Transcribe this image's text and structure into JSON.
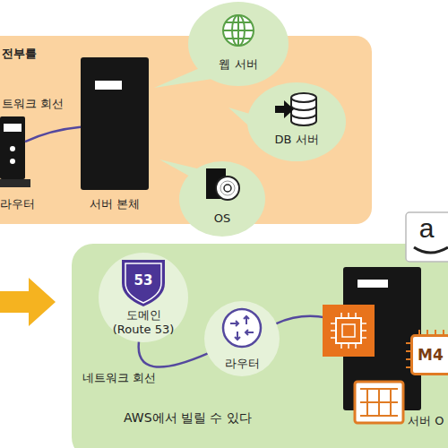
{
  "diagram": {
    "nodes": [
      {
        "text": [
          "전부를"
        ]
      },
      {
        "text": [
          "라우터"
        ],
        "in": 0
      },
      {
        "text": [
          "서버 본체"
        ],
        "in": 0
      },
      {
        "text": [
          "웹 서버"
        ]
      },
      {
        "text": [
          "DB 서버"
        ]
      },
      {
        "text": [
          "OS"
        ]
      },
      {
        "text": [
          "AWS에서 빌릴 수 있다"
        ]
      },
      {
        "text": [
          "도메인 (Route 53)"
        ],
        "in": 6
      },
      {
        "text": [
          "라우터"
        ],
        "in": 6
      },
      {
        "text": [
          "서버 O"
        ],
        "in": 6
      },
      {
        "text": [
          "M4"
        ],
        "in": 6
      }
    ],
    "edges": [
      {
        "from": 1,
        "to": 2,
        "label": "트워크 회선",
        "arrow": "none"
      },
      {
        "from": 7,
        "to": 8,
        "label": "네트워크 회선",
        "arrow": "none"
      },
      {
        "from": 8,
        "to": 9,
        "arrow": "none"
      }
    ],
    "labels": [
      "53",
      "a"
    ]
  }
}
